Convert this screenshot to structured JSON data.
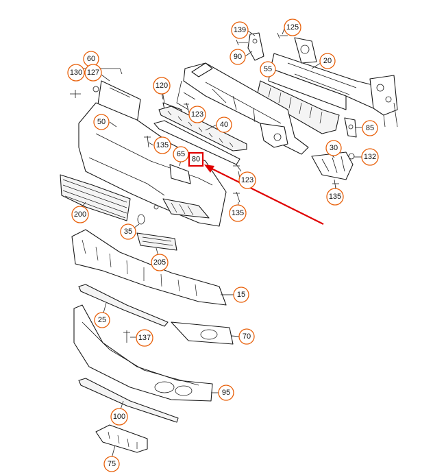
{
  "diagram": {
    "colors": {
      "callout_ring": "#e8600a",
      "highlight": "#e00000",
      "lines": "#1a1a1a"
    },
    "highlighted_part": "80",
    "callouts": [
      {
        "id": "c139",
        "label": "139"
      },
      {
        "id": "c125",
        "label": "125"
      },
      {
        "id": "c90",
        "label": "90"
      },
      {
        "id": "c60",
        "label": "60"
      },
      {
        "id": "c130",
        "label": "130"
      },
      {
        "id": "c127",
        "label": "127"
      },
      {
        "id": "c55",
        "label": "55"
      },
      {
        "id": "c20",
        "label": "20"
      },
      {
        "id": "c120",
        "label": "120"
      },
      {
        "id": "c123a",
        "label": "123"
      },
      {
        "id": "c50",
        "label": "50"
      },
      {
        "id": "c40",
        "label": "40"
      },
      {
        "id": "c85",
        "label": "85"
      },
      {
        "id": "c135a",
        "label": "135"
      },
      {
        "id": "c65",
        "label": "65"
      },
      {
        "id": "c80",
        "label": "80"
      },
      {
        "id": "c30",
        "label": "30"
      },
      {
        "id": "c132",
        "label": "132"
      },
      {
        "id": "c123b",
        "label": "123"
      },
      {
        "id": "c135b",
        "label": "135"
      },
      {
        "id": "c135c",
        "label": "135"
      },
      {
        "id": "c200",
        "label": "200"
      },
      {
        "id": "c35",
        "label": "35"
      },
      {
        "id": "c205",
        "label": "205"
      },
      {
        "id": "c15",
        "label": "15"
      },
      {
        "id": "c25",
        "label": "25"
      },
      {
        "id": "c137",
        "label": "137"
      },
      {
        "id": "c70",
        "label": "70"
      },
      {
        "id": "c95",
        "label": "95"
      },
      {
        "id": "c100",
        "label": "100"
      },
      {
        "id": "c75",
        "label": "75"
      }
    ]
  }
}
